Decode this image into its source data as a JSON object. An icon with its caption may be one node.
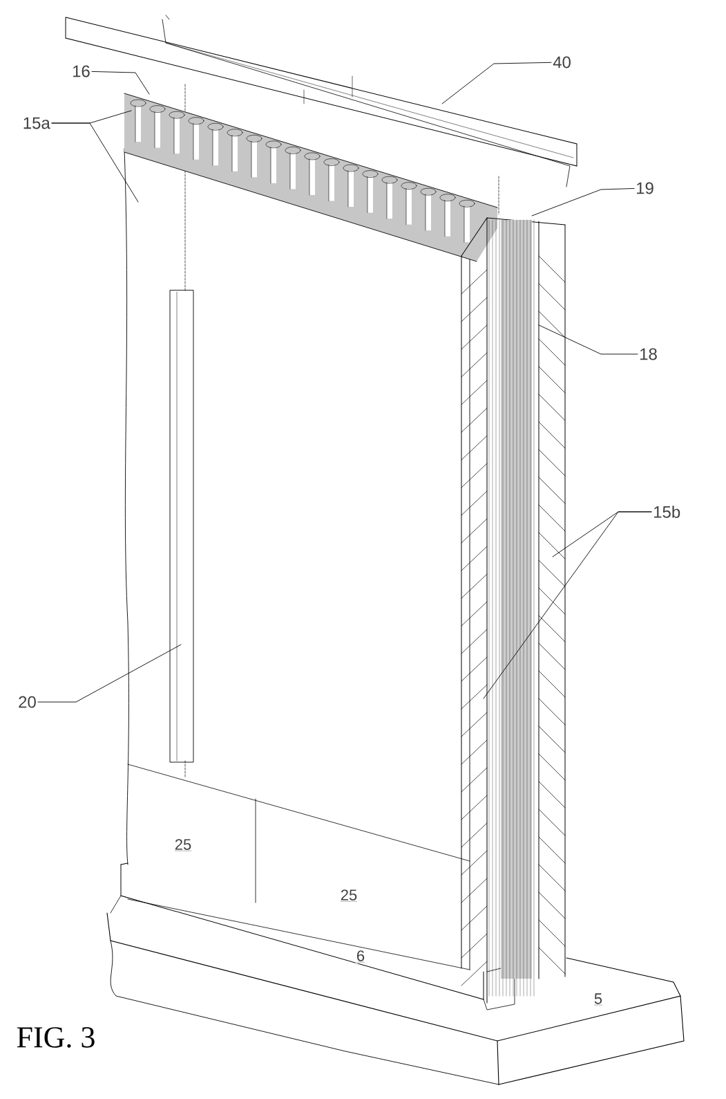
{
  "diagram": {
    "caption": "FIG. 3",
    "nodes": [
      {
        "text": [
          "40"
        ]
      },
      {
        "text": [
          "16"
        ]
      },
      {
        "text": [
          "15a"
        ]
      },
      {
        "text": [
          "19"
        ]
      },
      {
        "text": [
          "18"
        ]
      },
      {
        "text": [
          "15b"
        ]
      },
      {
        "text": [
          "20"
        ]
      }
    ],
    "edges": [
      {
        "from": 0,
        "to": null,
        "arrow": "none"
      },
      {
        "from": 1,
        "to": null,
        "arrow": "none"
      },
      {
        "from": 2,
        "to": null,
        "arrow": "none"
      },
      {
        "from": 2,
        "to": null,
        "arrow": "none"
      },
      {
        "from": 3,
        "to": null,
        "arrow": "none"
      },
      {
        "from": 4,
        "to": null,
        "arrow": "none"
      },
      {
        "from": 5,
        "to": null,
        "arrow": "none"
      },
      {
        "from": 5,
        "to": null,
        "arrow": "none"
      },
      {
        "from": 6,
        "to": null,
        "arrow": "none"
      }
    ],
    "labels": [
      "25",
      "25",
      "6",
      "5"
    ]
  }
}
